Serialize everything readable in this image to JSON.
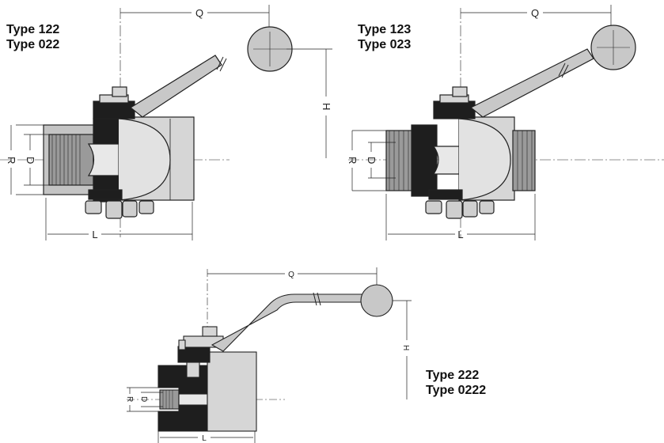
{
  "colors": {
    "line": "#222222",
    "body_fill": "#d6d6d6",
    "section_fill": "#1e1e1e",
    "thread_fill": "#9a9a9a",
    "handle_fill": "#c8c8c8"
  },
  "labels": {
    "top_left": [
      "Type 122",
      "Type 022"
    ],
    "top_right": [
      "Type 123",
      "Type 023"
    ],
    "bottom": [
      "Type 222",
      "Type 0222"
    ]
  },
  "dimensions": {
    "q": "Q",
    "h": "H",
    "r": "R",
    "d": "D",
    "l": "L"
  }
}
